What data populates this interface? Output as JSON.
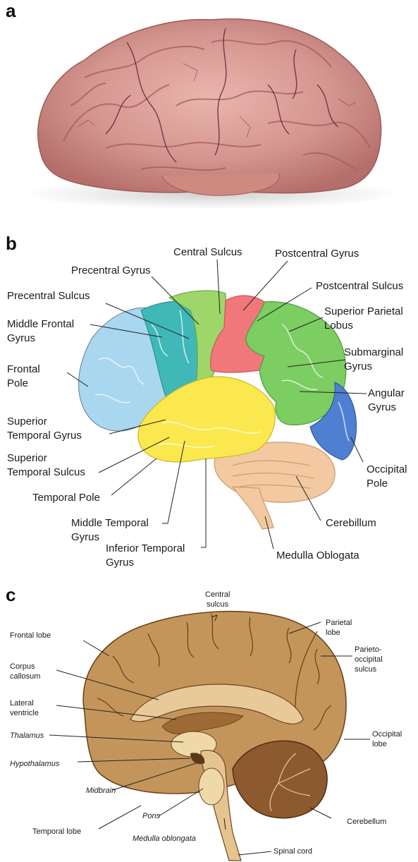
{
  "panels": {
    "a": {
      "letter": "a"
    },
    "b": {
      "letter": "b",
      "labels": {
        "central_sulcus": "Central Sulcus",
        "postcentral_gyrus": "Postcentral Gyrus",
        "precentral_gyrus": "Precentral Gyrus",
        "postcentral_sulcus": "Postcentral Sulcus",
        "precentral_sulcus": "Precentral Sulcus",
        "superior_parietal_1": "Superior Parietal",
        "superior_parietal_2": "Lobus",
        "middle_frontal_1": "Middle Frontal",
        "middle_frontal_2": "Gyrus",
        "submarginal_1": "Submarginal",
        "submarginal_2": "Gyrus",
        "frontal_pole_1": "Frontal",
        "frontal_pole_2": "Pole",
        "angular_1": "Angular",
        "angular_2": "Gyrus",
        "superior_temporal_gyrus_1": "Superior",
        "superior_temporal_gyrus_2": "Temporal Gyrus",
        "superior_temporal_sulcus_1": "Superior",
        "superior_temporal_sulcus_2": "Temporal Sulcus",
        "occipital_pole_1": "Occipital",
        "occipital_pole_2": "Pole",
        "temporal_pole": "Temporal Pole",
        "middle_temporal_1": "Middle Temporal",
        "middle_temporal_2": "Gyrus",
        "cerebillum": "Cerebillum",
        "inferior_temporal_1": "Inferior Temporal",
        "inferior_temporal_2": "Gyrus",
        "medulla": "Medulla Oblogata"
      },
      "colors": {
        "frontal_light_blue": "#a9d7ef",
        "middle_frontal_teal": "#3fb8b7",
        "precentral_green": "#9ed66a",
        "postcentral_red": "#f0787a",
        "parietal_green": "#7ccd62",
        "occipital_blue": "#4f7fd0",
        "temporal_yellow": "#fae84e",
        "cerebellum_tan": "#f2c9a0"
      }
    },
    "c": {
      "letter": "c",
      "labels": {
        "central_1": "Central",
        "central_2": "sulcus",
        "frontal_lobe": "Frontal lobe",
        "parietal_1": "Parietal",
        "parietal_2": "lobe",
        "corpus_1": "Corpus",
        "corpus_2": "callosum",
        "parieto_1": "Parieto-",
        "parieto_2": "occipital",
        "parieto_3": "sulcus",
        "lateral_1": "Lateral",
        "lateral_2": "ventricle",
        "occipital_1": "Occipital",
        "occipital_2": "lobe",
        "thalamus": "Thalamus",
        "hypothalamus": "Hypothalamus",
        "midbrain": "Midbrain",
        "cerebellum": "Cerebellum",
        "pons": "Pons",
        "temporal_lobe": "Temporal lobe",
        "medulla": "Medulla oblongata",
        "spinal_cord": "Spinal cord"
      },
      "colors": {
        "cortex_brown": "#c4955a",
        "inner_light": "#e7c99a",
        "cerebellum_dark": "#8c5a2e",
        "brainstem": "#e6c48f"
      }
    }
  }
}
